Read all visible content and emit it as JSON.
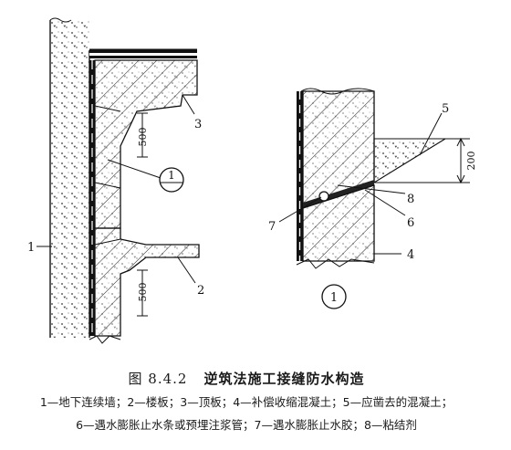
{
  "figure": {
    "number": "图 8.4.2",
    "title": "逆筑法施工接缝防水构造"
  },
  "legend": {
    "line1": "1—地下连续墙；2—楼板；3—顶板；4—补偿收缩混凝土；5—应凿去的混凝土；",
    "line2": "6—遇水膨胀止水条或预埋注浆管；7—遇水膨胀止水胶；8—粘结剂"
  },
  "labels": {
    "n1": "1",
    "n2": "2",
    "n3": "3",
    "n4": "4",
    "n5": "5",
    "n6": "6",
    "n7": "7",
    "n8": "8",
    "dim_upper": "500",
    "dim_lower": "500",
    "dim_right": "200",
    "detail_marker": "1",
    "detail_title": "1"
  },
  "colors": {
    "line": "#111111",
    "concrete_fill": "#f4f4f4",
    "stipple": "#333333"
  }
}
